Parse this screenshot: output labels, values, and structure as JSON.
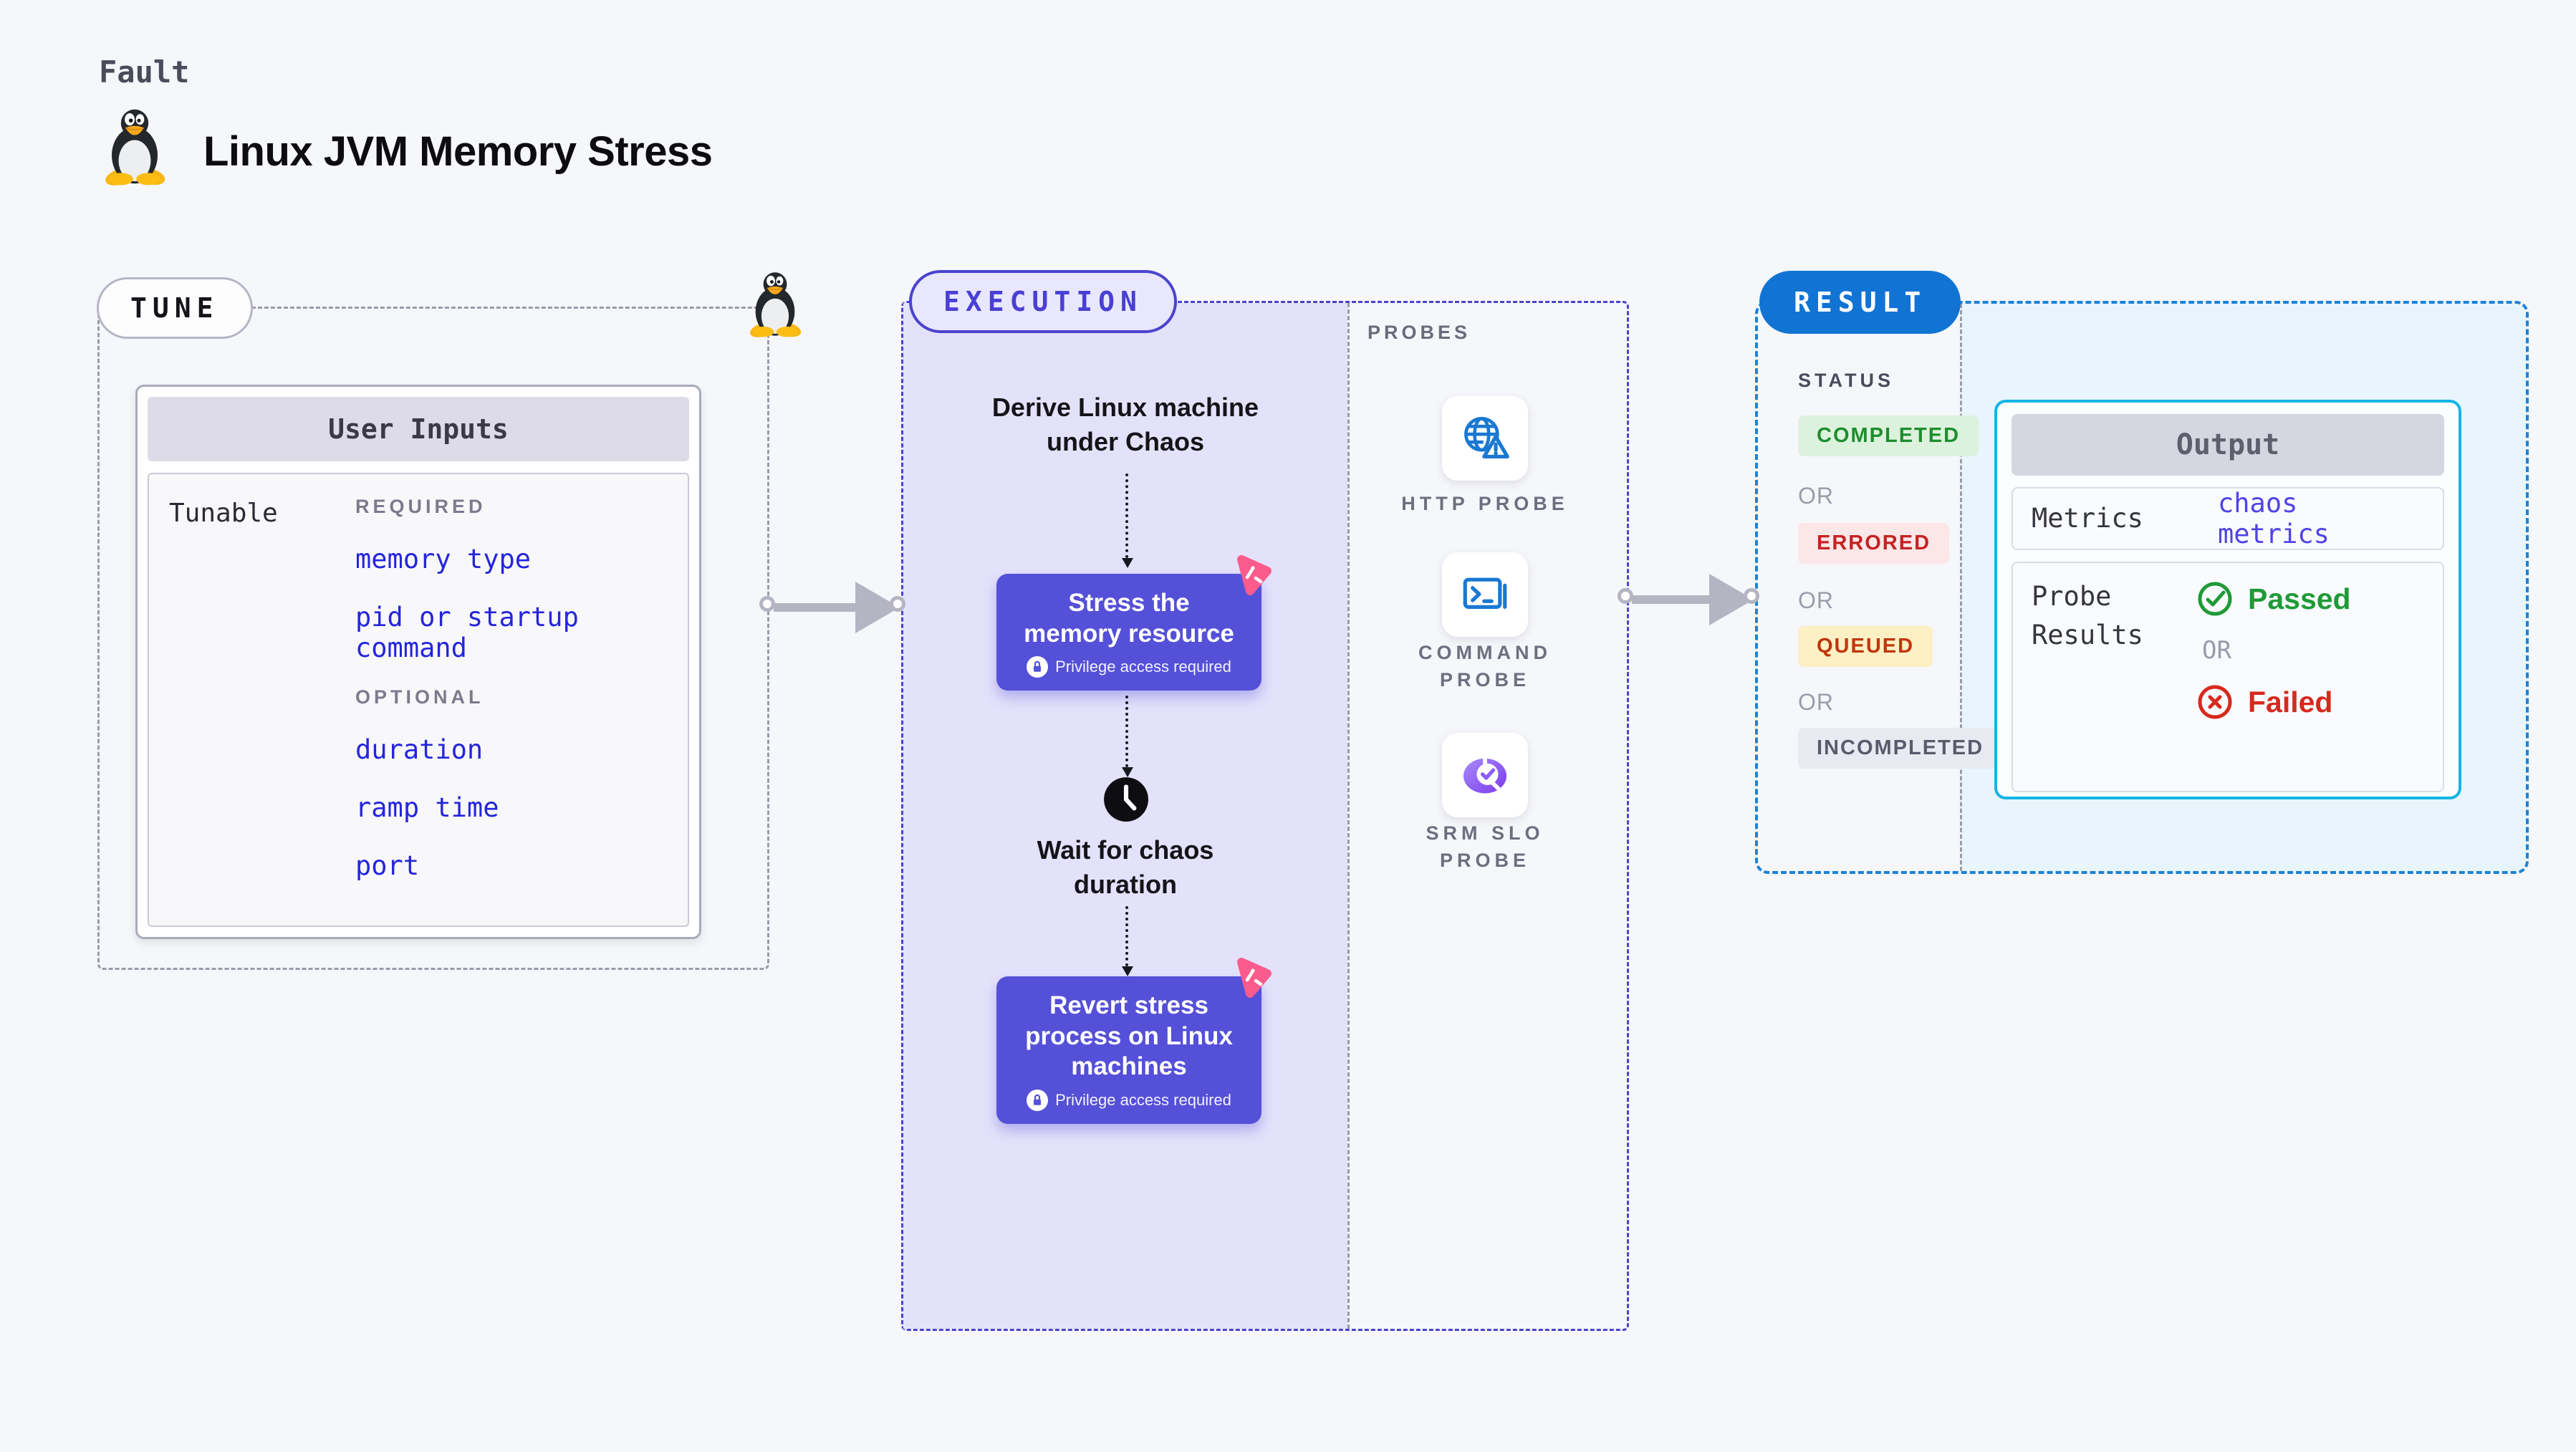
{
  "header": {
    "kicker": "Fault",
    "title": "Linux JVM Memory Stress",
    "icon": "linux-tux"
  },
  "tune": {
    "pill": "TUNE",
    "card": {
      "title": "User Inputs",
      "row_label": "Tunable",
      "required_heading": "REQUIRED",
      "required_items": [
        "memory type",
        "pid or startup command"
      ],
      "optional_heading": "OPTIONAL",
      "optional_items": [
        "duration",
        "ramp time",
        "port"
      ]
    }
  },
  "execution": {
    "pill": "EXECUTION",
    "derive_step": "Derive Linux machine\nunder Chaos",
    "stress_step": {
      "title": "Stress the\nmemory resource",
      "note": "Privilege access required",
      "icon": "chaos-pink-triangle"
    },
    "wait_step": "Wait for chaos\nduration",
    "wait_icon": "clock",
    "revert_step": {
      "title": "Revert stress\nprocess on Linux\nmachines",
      "note": "Privilege access required",
      "icon": "chaos-pink-triangle"
    }
  },
  "probes": {
    "heading": "PROBES",
    "items": [
      {
        "label": "HTTP PROBE",
        "icon": "globe-warning"
      },
      {
        "label": "COMMAND\nPROBE",
        "icon": "terminal"
      },
      {
        "label": "SRM SLO\nPROBE",
        "icon": "slo-pie-check"
      }
    ]
  },
  "result": {
    "pill": "RESULT",
    "status_heading": "STATUS",
    "or_label": "OR",
    "statuses": [
      {
        "label": "COMPLETED",
        "color": "#1e8e2e",
        "bg": "#ddf2dd"
      },
      {
        "label": "ERRORED",
        "color": "#c52222",
        "bg": "#fbe7e7"
      },
      {
        "label": "QUEUED",
        "color": "#bf360c",
        "bg": "#fcf0c4"
      },
      {
        "label": "INCOMPLETED",
        "color": "#5a5a6c",
        "bg": "#e9e9f1"
      }
    ],
    "output": {
      "title": "Output",
      "metrics_label": "Metrics",
      "metrics_value": "chaos metrics",
      "probe_results_label": "Probe\nResults",
      "passed_label": "Passed",
      "or_label": "OR",
      "failed_label": "Failed"
    }
  },
  "colors": {
    "accent_indigo": "#5450d8",
    "execution_border": "#4a44ce",
    "accent_pink": "#fb5c8d",
    "result_blue": "#1173d4",
    "result_border": "#1b82d8",
    "output_border_cyan": "#14b4e6",
    "passed_green": "#1f9a37",
    "failed_red": "#d62a1e",
    "link_blue": "#2525dd",
    "lavender_bg": "#e4e2fa",
    "cyan_bg": "#e8f5fc"
  }
}
